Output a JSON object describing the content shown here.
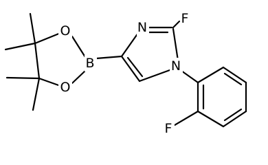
{
  "molecule": {
    "atoms": {
      "fluoro_imidazole": "F",
      "fluoro_phenyl": "F",
      "imidazole_n3": "N",
      "imidazole_n1": "N",
      "boron": "B",
      "dioxaborolane_o_top": "O",
      "dioxaborolane_o_bottom": "O"
    }
  }
}
